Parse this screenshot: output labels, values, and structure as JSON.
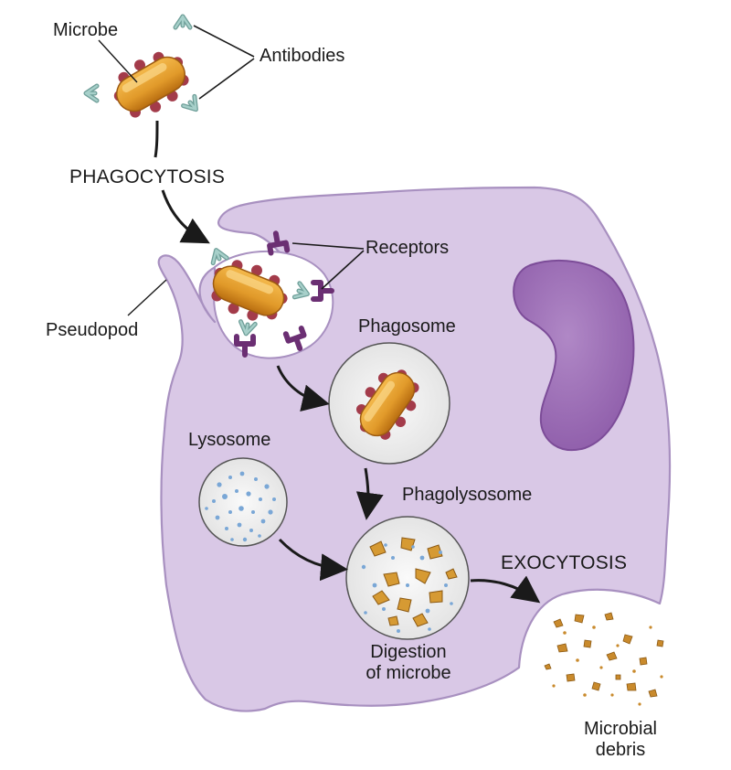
{
  "labels": {
    "microbe": "Microbe",
    "antibodies": "Antibodies",
    "phagocytosis": "PHAGOCYTOSIS",
    "receptors": "Receptors",
    "pseudopod": "Pseudopod",
    "phagosome": "Phagosome",
    "lysosome": "Lysosome",
    "phagolysosome": "Phagolysosome",
    "exocytosis": "EXOCYTOSIS",
    "digestion_line1": "Digestion",
    "digestion_line2": "of microbe",
    "debris_line1": "Microbial",
    "debris_line2": "debris"
  },
  "colors": {
    "cell": "#d9c8e6",
    "cell_outline": "#a890c0",
    "nucleus": "#9a6cb3",
    "microbe": "#e19a2a",
    "microbe_knob": "#a33b4a",
    "antibody": "#8ab8b2",
    "receptor": "#7a3c82",
    "vesicle": "#f1f1f1",
    "granule": "#7aa7d6",
    "arrow": "#1a1a1a"
  }
}
